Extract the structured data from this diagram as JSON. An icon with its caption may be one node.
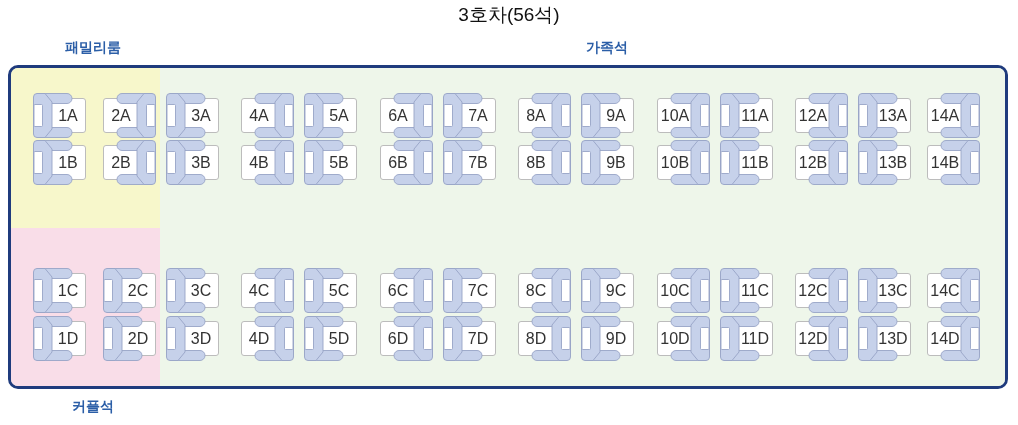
{
  "diagram": {
    "title": "3호차(56석)",
    "nodes": [
      {
        "text": [],
        "shape": "box"
      },
      {
        "text": [],
        "shape": "box",
        "in": 0,
        "beside": [
          "패밀리룸"
        ]
      },
      {
        "text": [],
        "shape": "box",
        "in": 0,
        "beside": [
          "가족석"
        ]
      },
      {
        "text": [],
        "shape": "box",
        "in": 0,
        "beside": [
          "커플석"
        ]
      },
      {
        "text": [
          "1A"
        ],
        "in": 1
      },
      {
        "text": [
          "2A"
        ],
        "in": 1
      },
      {
        "text": [
          "3A"
        ],
        "in": 2
      },
      {
        "text": [
          "4A"
        ],
        "in": 2
      },
      {
        "text": [
          "5A"
        ],
        "in": 2
      },
      {
        "text": [
          "6A"
        ],
        "in": 2
      },
      {
        "text": [
          "7A"
        ],
        "in": 2
      },
      {
        "text": [
          "8A"
        ],
        "in": 2
      },
      {
        "text": [
          "9A"
        ],
        "in": 2
      },
      {
        "text": [
          "10A"
        ],
        "in": 2
      },
      {
        "text": [
          "11A"
        ],
        "in": 2
      },
      {
        "text": [
          "12A"
        ],
        "in": 2
      },
      {
        "text": [
          "13A"
        ],
        "in": 2
      },
      {
        "text": [
          "14A"
        ],
        "in": 2
      },
      {
        "text": [
          "1B"
        ],
        "in": 1
      },
      {
        "text": [
          "2B"
        ],
        "in": 1
      },
      {
        "text": [
          "3B"
        ],
        "in": 2
      },
      {
        "text": [
          "4B"
        ],
        "in": 2
      },
      {
        "text": [
          "5B"
        ],
        "in": 2
      },
      {
        "text": [
          "6B"
        ],
        "in": 2
      },
      {
        "text": [
          "7B"
        ],
        "in": 2
      },
      {
        "text": [
          "8B"
        ],
        "in": 2
      },
      {
        "text": [
          "9B"
        ],
        "in": 2
      },
      {
        "text": [
          "10B"
        ],
        "in": 2
      },
      {
        "text": [
          "11B"
        ],
        "in": 2
      },
      {
        "text": [
          "12B"
        ],
        "in": 2
      },
      {
        "text": [
          "13B"
        ],
        "in": 2
      },
      {
        "text": [
          "14B"
        ],
        "in": 2
      },
      {
        "text": [
          "1C"
        ],
        "in": 3
      },
      {
        "text": [
          "2C"
        ],
        "in": 3
      },
      {
        "text": [
          "3C"
        ],
        "in": 2
      },
      {
        "text": [
          "4C"
        ],
        "in": 2
      },
      {
        "text": [
          "5C"
        ],
        "in": 2
      },
      {
        "text": [
          "6C"
        ],
        "in": 2
      },
      {
        "text": [
          "7C"
        ],
        "in": 2
      },
      {
        "text": [
          "8C"
        ],
        "in": 2
      },
      {
        "text": [
          "9C"
        ],
        "in": 2
      },
      {
        "text": [
          "10C"
        ],
        "in": 2
      },
      {
        "text": [
          "11C"
        ],
        "in": 2
      },
      {
        "text": [
          "12C"
        ],
        "in": 2
      },
      {
        "text": [
          "13C"
        ],
        "in": 2
      },
      {
        "text": [
          "14C"
        ],
        "in": 2
      },
      {
        "text": [
          "1D"
        ],
        "in": 3
      },
      {
        "text": [
          "2D"
        ],
        "in": 3
      },
      {
        "text": [
          "3D"
        ],
        "in": 2
      },
      {
        "text": [
          "4D"
        ],
        "in": 2
      },
      {
        "text": [
          "5D"
        ],
        "in": 2
      },
      {
        "text": [
          "6D"
        ],
        "in": 2
      },
      {
        "text": [
          "7D"
        ],
        "in": 2
      },
      {
        "text": [
          "8D"
        ],
        "in": 2
      },
      {
        "text": [
          "9D"
        ],
        "in": 2
      },
      {
        "text": [
          "10D"
        ],
        "in": 2
      },
      {
        "text": [
          "11D"
        ],
        "in": 2
      },
      {
        "text": [
          "12D"
        ],
        "in": 2
      },
      {
        "text": [
          "13D"
        ],
        "in": 2
      },
      {
        "text": [
          "14D"
        ],
        "in": 2
      }
    ]
  }
}
